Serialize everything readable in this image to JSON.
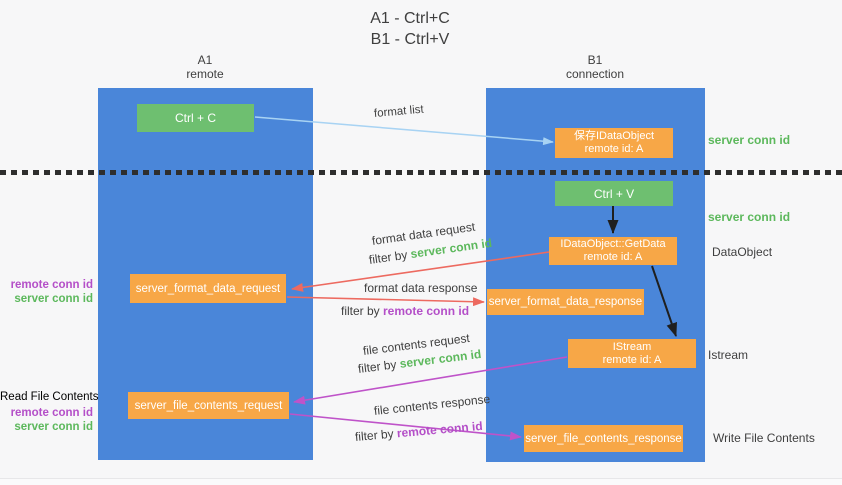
{
  "title": {
    "line1": "A1 - Ctrl+C",
    "line2": "B1 - Ctrl+V"
  },
  "lanes": {
    "left": {
      "name": "A1",
      "role": "remote"
    },
    "right": {
      "name": "B1",
      "role": "connection"
    }
  },
  "nodes": {
    "ctrl_c": {
      "label": "Ctrl + C"
    },
    "ctrl_v": {
      "label": "Ctrl + V"
    },
    "save_dataobject": {
      "line1": "保存IDataObject",
      "line2": "remote id: A"
    },
    "getdata": {
      "line1": "IDataObject::GetData",
      "line2": "remote id: A"
    },
    "istream": {
      "line1": "IStream",
      "line2": "remote id: A"
    },
    "format_request": {
      "label": "server_format_data_request"
    },
    "format_response": {
      "label": "server_format_data_response"
    },
    "file_request": {
      "label": "server_file_contents_request"
    },
    "file_response": {
      "label": "server_file_contents_response"
    }
  },
  "flows": {
    "format_list": {
      "label": "format list"
    },
    "format_data": {
      "request_label": "format data request",
      "request_filter_prefix": "filter by ",
      "request_filter_value": "server conn id",
      "response_label": "format data response",
      "response_filter_prefix": "filter by ",
      "response_filter_value": "remote conn id"
    },
    "file_contents": {
      "request_label": "file contents request",
      "request_filter_prefix": "filter by ",
      "request_filter_value": "server conn id",
      "response_label": "file contents response",
      "response_filter_prefix": "filter by ",
      "response_filter_value": "remote conn id"
    }
  },
  "annotations": {
    "server_conn_top": "server conn id",
    "server_conn_mid": "server conn id",
    "dataobject": "DataObject",
    "istream": "Istream",
    "write_file_contents": "Write File Contents",
    "read_file_contents": "Read File Contents",
    "format_remote_conn": "remote conn id",
    "format_server_conn": "server conn id",
    "file_remote_conn": "remote conn id",
    "file_server_conn": "server conn id"
  },
  "colors": {
    "lane_blue": "#4a86d9",
    "box_green": "#6ebf70",
    "box_orange": "#f7a747",
    "arrow_red": "#ed6a60",
    "arrow_magenta": "#bf53c9",
    "arrow_light_blue": "#a8d3f3",
    "arrow_black": "#1f1f1f",
    "text_dark": "#3f3f3f",
    "label_green": "#5cb85c",
    "label_purple": "#b44fc8",
    "background": "#f7f7f8"
  }
}
